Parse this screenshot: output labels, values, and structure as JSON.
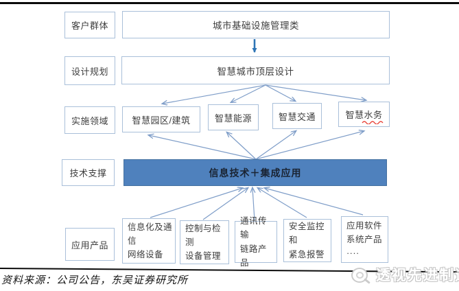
{
  "diagram": {
    "row1": {
      "label": "客户群体",
      "box": "城市基础设施管理类"
    },
    "row2": {
      "label": "设计规划",
      "box": "智慧城市顶层设计"
    },
    "row3": {
      "label": "实施领域",
      "boxes": [
        "智慧园区/建筑",
        "智慧能源",
        "智慧交通",
        "智慧水务"
      ]
    },
    "row4": {
      "label": "技术支撑",
      "bar": "信息技术＋集成应用"
    },
    "row5": {
      "label": "应用产品",
      "boxes": [
        "信息化及通信\n网络设备",
        "控制与检测\n设备管理",
        "通讯传输\n链路产品",
        "安全监控和\n紧急报警",
        "应用软件\n系统产品\n····"
      ]
    },
    "edges": [
      {
        "from": "城市基础设施管理类",
        "to": "智慧城市顶层设计",
        "style": "thick-solid-arrow"
      },
      {
        "from": "智慧城市顶层设计",
        "to": "智慧园区/建筑"
      },
      {
        "from": "智慧城市顶层设计",
        "to": "智慧能源"
      },
      {
        "from": "智慧城市顶层设计",
        "to": "智慧交通"
      },
      {
        "from": "智慧城市顶层设计",
        "to": "智慧水务"
      },
      {
        "from": "信息技术＋集成应用",
        "to": "智慧园区/建筑"
      },
      {
        "from": "信息技术＋集成应用",
        "to": "智慧能源"
      },
      {
        "from": "信息技术＋集成应用",
        "to": "智慧交通"
      },
      {
        "from": "信息技术＋集成应用",
        "to": "智慧水务"
      },
      {
        "from": "信息化及通信网络设备",
        "to": "信息技术＋集成应用"
      },
      {
        "from": "控制与检测设备管理",
        "to": "信息技术＋集成应用"
      },
      {
        "from": "通讯传输链路产品",
        "to": "信息技术＋集成应用"
      },
      {
        "from": "安全监控和紧急报警",
        "to": "信息技术＋集成应用"
      },
      {
        "from": "应用软件系统产品",
        "to": "信息技术＋集成应用"
      }
    ]
  },
  "footer": {
    "source": "资料来源：公司公告，东吴证券研究所"
  },
  "watermark": {
    "text": "透视先进制造",
    "icon": "magnifier-icon"
  },
  "colors": {
    "bar_fill": "#4F81BD",
    "bar_text": "#1A2433",
    "box_border": "#A9BFD9",
    "arrow": "#7E9DC8",
    "thick_arrow": "#2E74B5",
    "spellcheck_underline": "#E8392E",
    "watermark_outline": "#C6C6C6",
    "rule_black": "#0A0A0A"
  }
}
